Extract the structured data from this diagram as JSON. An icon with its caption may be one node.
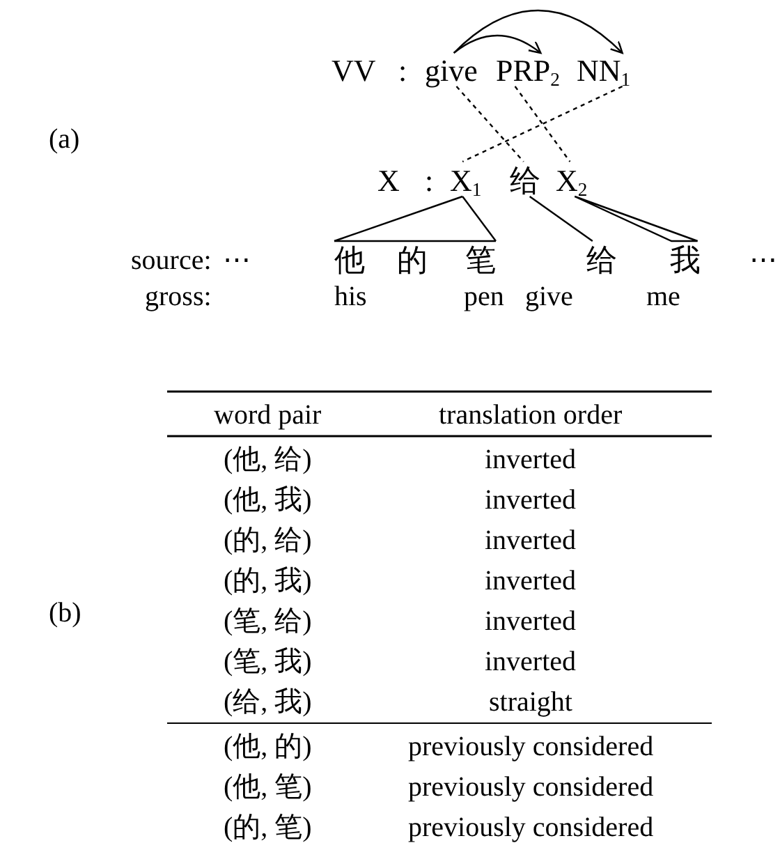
{
  "diagram": {
    "nodes": [
      {
        "text": [
          "give"
        ]
      },
      {
        "text": [
          "PRP$_{2}$"
        ]
      },
      {
        "text": [
          "NN$_{1}$"
        ]
      },
      {
        "text": [
          "X$_{1}$"
        ]
      },
      {
        "text": [
          "给"
        ]
      },
      {
        "text": [
          "X$_{2}$"
        ]
      },
      {
        "text": [
          "他"
        ]
      },
      {
        "text": [
          "的"
        ]
      },
      {
        "text": [
          "笔"
        ]
      },
      {
        "text": [
          "给"
        ]
      },
      {
        "text": [
          "我"
        ]
      }
    ],
    "edges": [
      {
        "from": 0,
        "to": 1,
        "arrow": "to"
      },
      {
        "from": 0,
        "to": 2,
        "arrow": "to"
      },
      {
        "from": 0,
        "to": 4,
        "arrow": "none",
        "style": "dashed"
      },
      {
        "from": 1,
        "to": 5,
        "arrow": "none",
        "style": "dashed"
      },
      {
        "from": 2,
        "to": 3,
        "arrow": "none",
        "style": "dashed"
      },
      {
        "from": 3,
        "to": 6,
        "arrow": "none"
      },
      {
        "from": 3,
        "to": 8,
        "arrow": "none"
      },
      {
        "from": 4,
        "to": 9,
        "arrow": "none"
      },
      {
        "from": 5,
        "to": 10,
        "arrow": "none"
      }
    ],
    "labels": [
      "VV",
      ":",
      "(a)",
      "X",
      ":",
      "source:",
      "⋯",
      "⋯",
      "gross:",
      "his",
      "pen",
      "give",
      "me",
      "(b)",
      "word pair",
      "translation order",
      "(他, 给)",
      "inverted",
      "(他, 我)",
      "inverted",
      "(的, 给)",
      "inverted",
      "(的, 我)",
      "inverted",
      "(笔, 给)",
      "inverted",
      "(笔, 我)",
      "inverted",
      "(给, 我)",
      "straight",
      "(他, 的)",
      "previously considered",
      "(他, 笔)",
      "previously considered",
      "(的, 笔)",
      "previously considered"
    ]
  }
}
